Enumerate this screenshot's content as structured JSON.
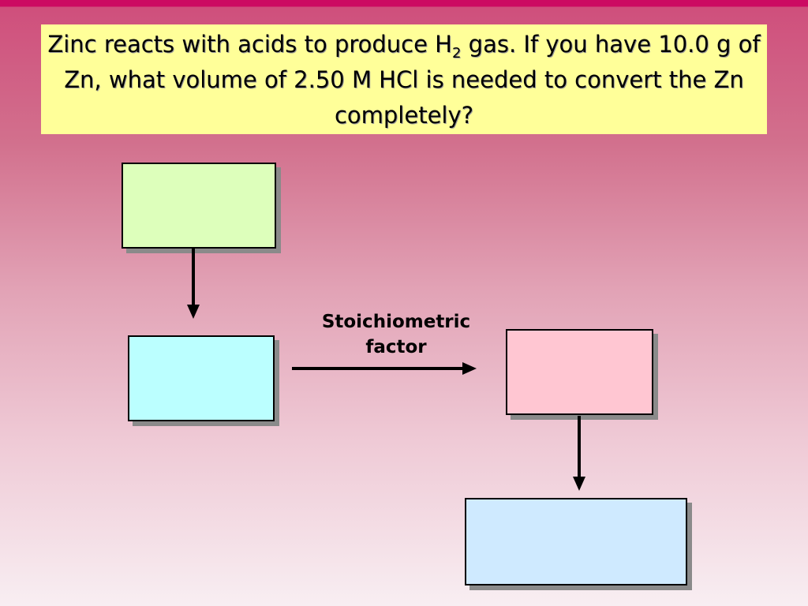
{
  "question": {
    "part1": "Zinc reacts with acids to produce H",
    "subscript": "2",
    "part2": " gas.  If you have 10.0 g of Zn, what volume of 2.50 M HCl is needed to convert the Zn completely?"
  },
  "factor_label": {
    "line1": "Stoichiometric",
    "line2": "factor"
  },
  "colors": {
    "question_bg": "#ffff99",
    "box1": "#ddffbb",
    "box2": "#bbffff",
    "box3": "#ffc6d2",
    "box4": "#cfeaff"
  }
}
